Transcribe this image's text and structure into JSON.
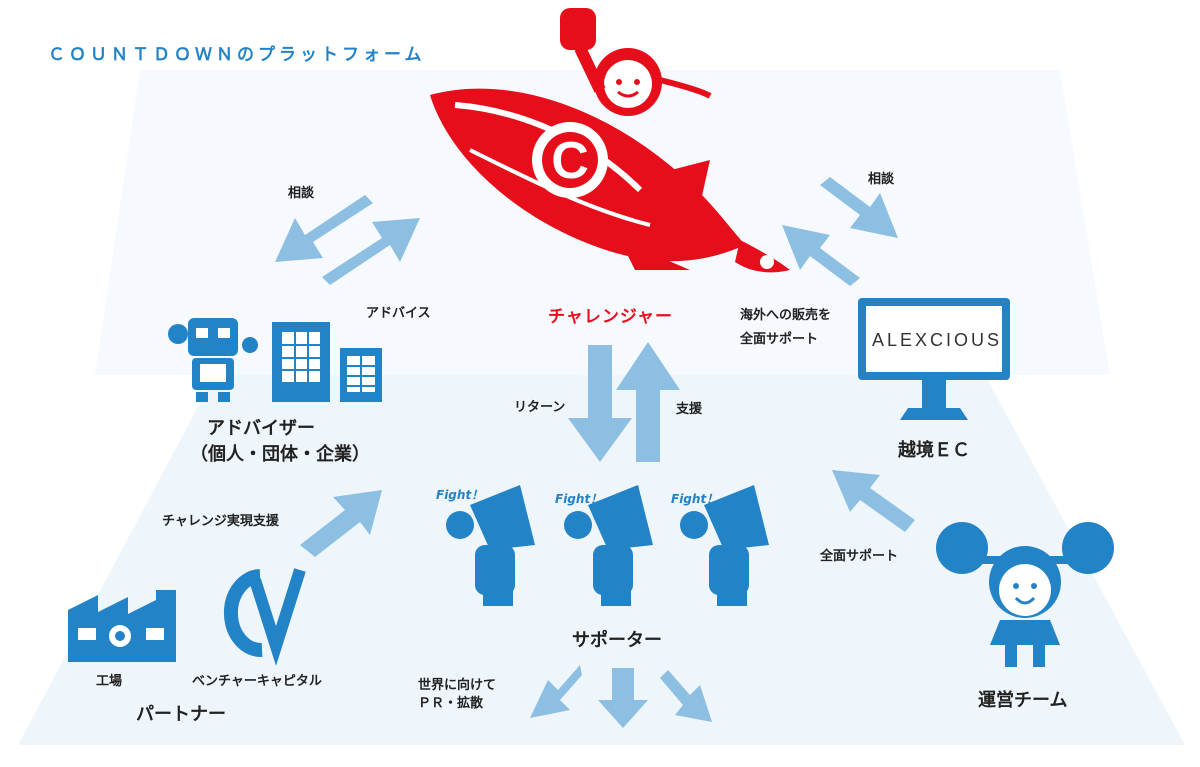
{
  "title": "ＣＯＵＮＴＤＯＷＮのプラットフォーム",
  "challenger": "チャレンジャー",
  "arrows": {
    "soudan_left": "相談",
    "advice": "アドバイス",
    "soudan_right": "相談",
    "overseas_line1": "海外への販売を",
    "overseas_line2": "全面サポート",
    "return": "リターン",
    "support": "支援",
    "challenge_support": "チャレンジ実現支援",
    "full_support": "全面サポート",
    "pr_line1": "世界に向けて",
    "pr_line2": "ＰＲ・拡散"
  },
  "nodes": {
    "adviser_line1": "アドバイザー",
    "adviser_line2": "（個人・団体・企業）",
    "ec": "越境ＥＣ",
    "alexcious": "ALEXCIOUS",
    "supporter": "サポーター",
    "factory": "工場",
    "venture": "ベンチャーキャピタル",
    "partner": "パートナー",
    "ops_team": "運営チーム"
  },
  "fight_labels": [
    "Fight！",
    "Fight！",
    "Fight！"
  ],
  "colors": {
    "primary_blue": "#2383c7",
    "arrow_blue": "#8dbfe2",
    "brand_red": "#e60e1a",
    "floor": "#eef5fb"
  },
  "icons": [
    "rocket-icon",
    "robot-icon",
    "building-icon",
    "monitor-icon",
    "megaphone-icon",
    "factory-icon",
    "cv-logo-icon",
    "cheerleader-icon"
  ]
}
